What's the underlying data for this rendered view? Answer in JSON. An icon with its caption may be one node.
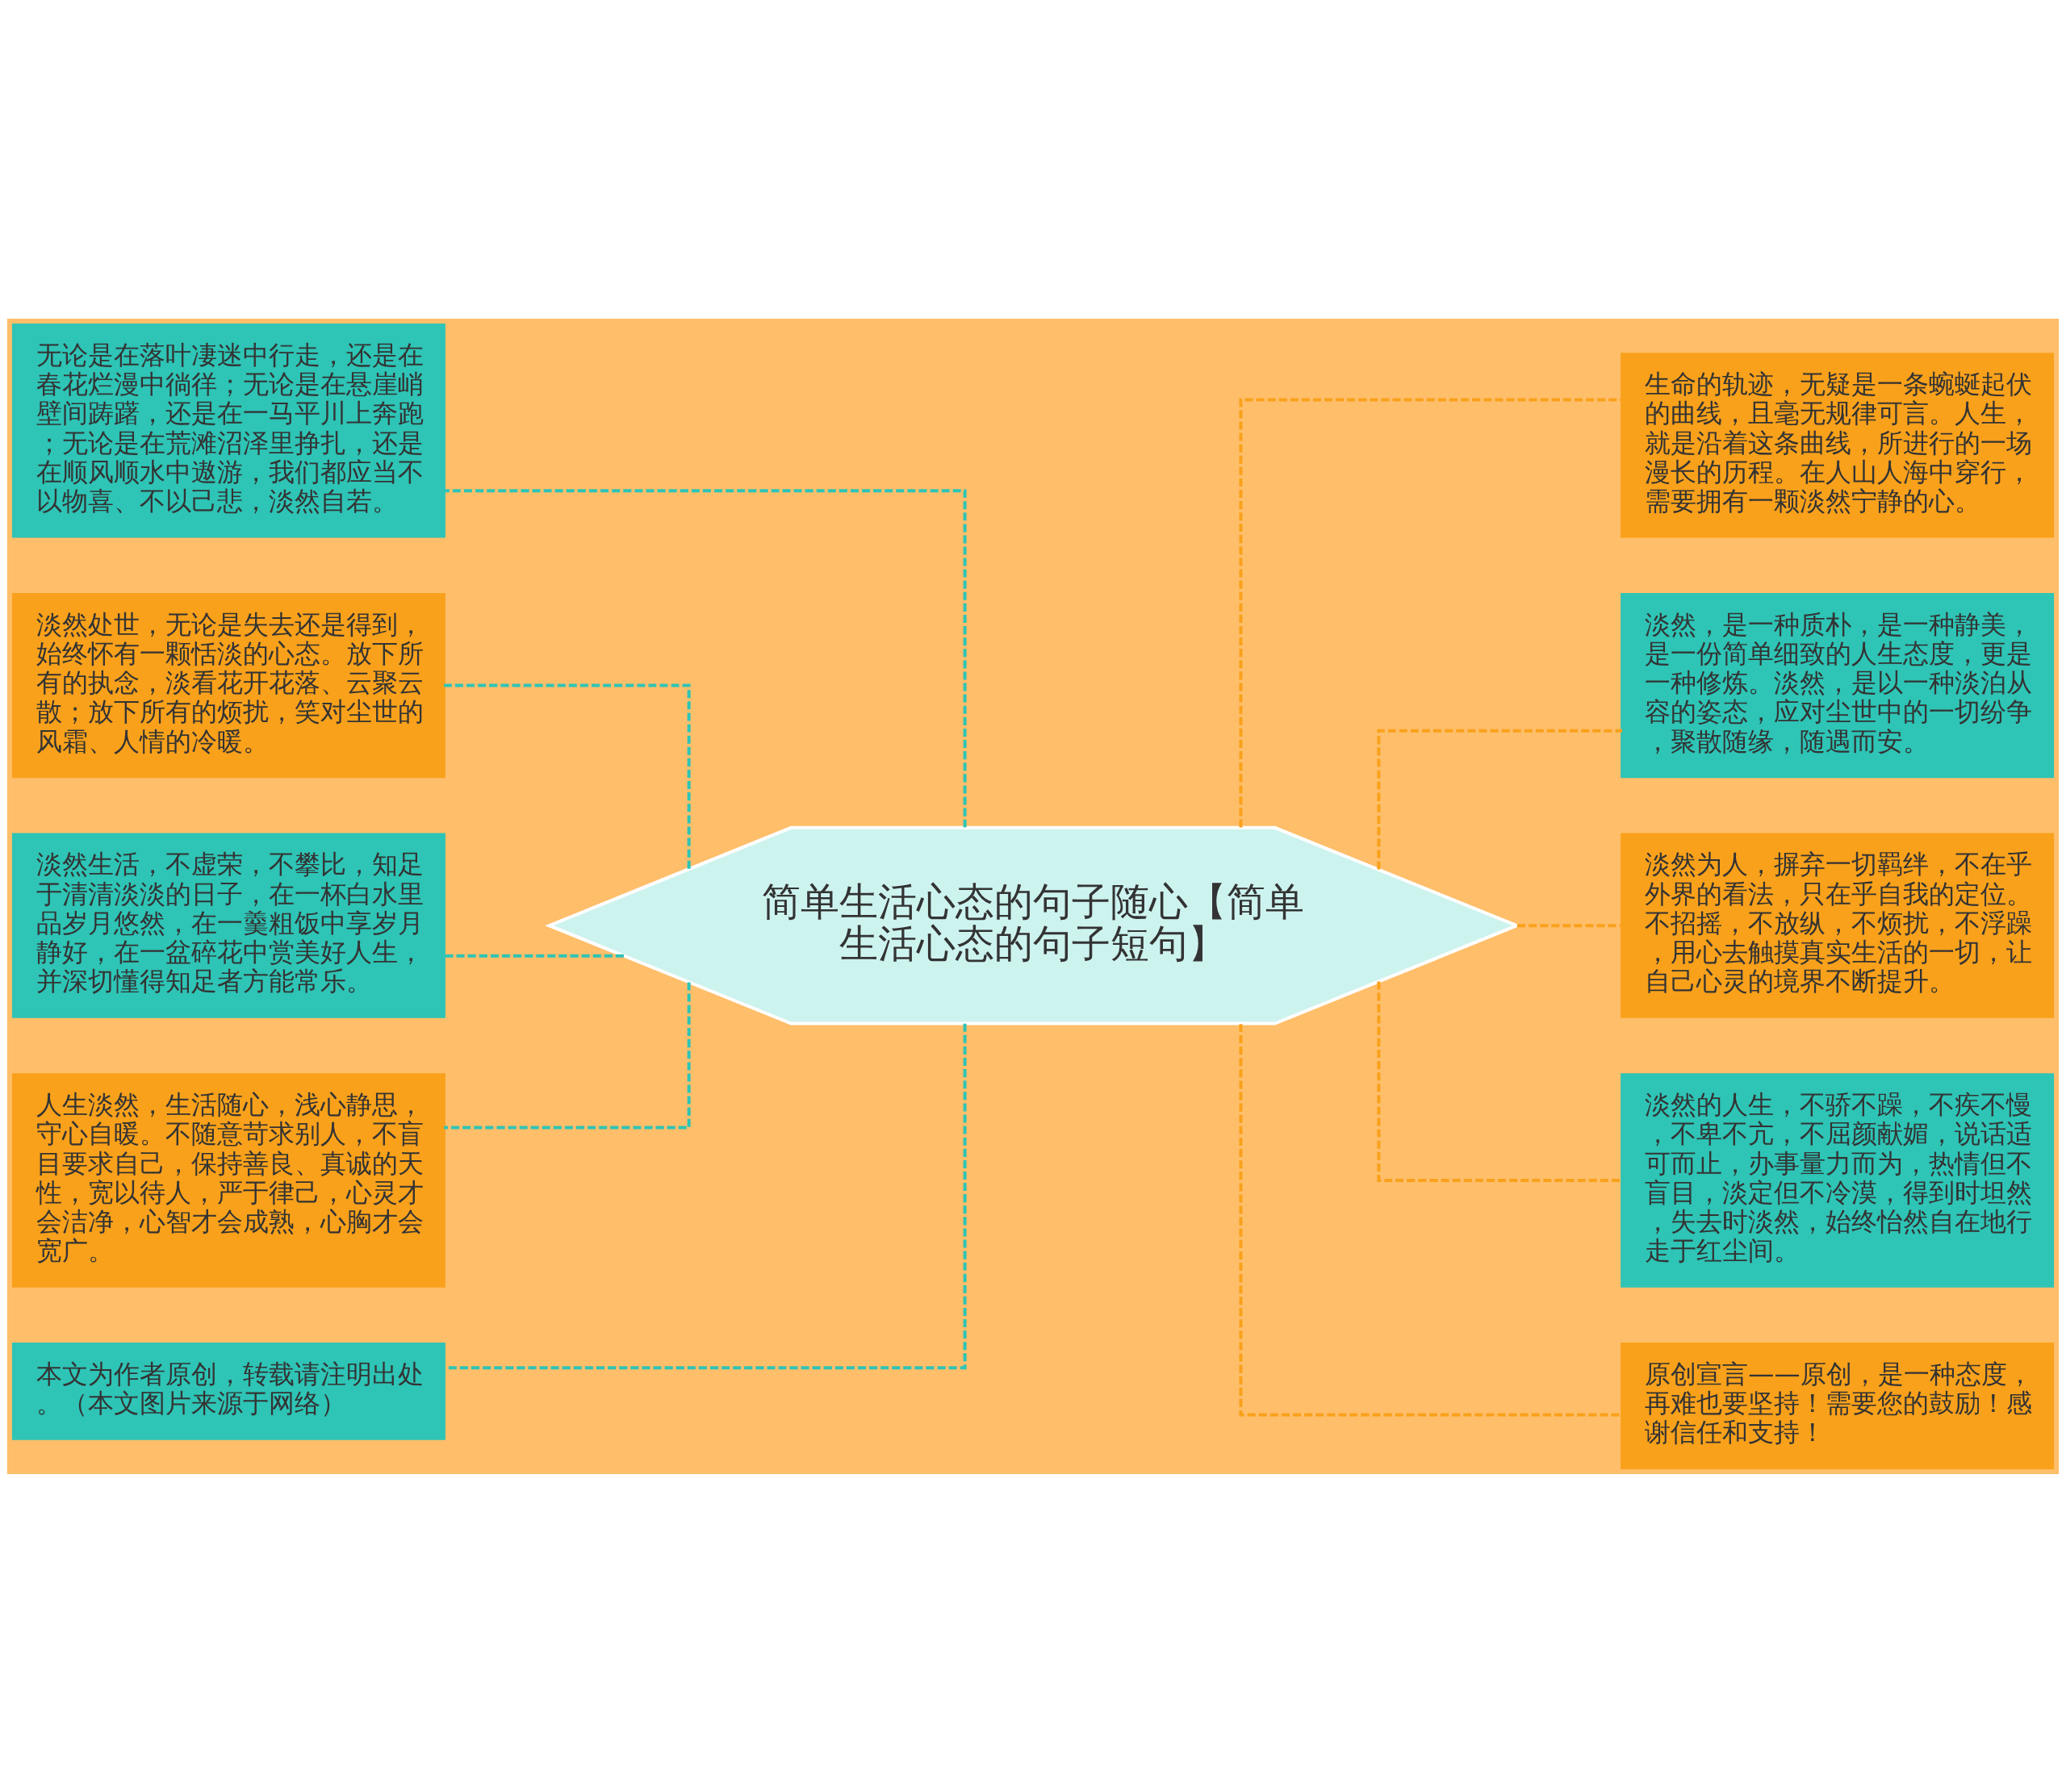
{
  "diagram": {
    "nodes": [
      {
        "text": [
          "简单生活心态的句子随心【简单生活心态的句子短句】"
        ]
      },
      {
        "text": [
          "无论是在落叶凄迷中行走，还是在春花烂漫中徜徉；无论是在悬崖峭壁间踌躇，还是在一马平川上奔跑；无论是在荒滩沼泽里挣扎，还是在顺风顺水中遨游，我们都应当不以物喜、不以己悲，淡然自若。"
        ]
      },
      {
        "text": [
          "淡然处世，无论是失去还是得到，始终怀有一颗恬淡的心态。放下所有的执念，淡看花开花落、云聚云散；放下所有的烦扰，笑对尘世的风霜、人情的冷暖。"
        ]
      },
      {
        "text": [
          "淡然生活，不虚荣，不攀比，知足于清清淡淡的日子，在一杯白水里品岁月悠然，在一羹粗饭中享岁月静好，在一盆碎花中赏美好人生，并深切懂得知足者方能常乐。"
        ]
      },
      {
        "text": [
          "人生淡然，生活随心，浅心静思，守心自暖。不随意苛求别人，不盲目要求自己，保持善良、真诚的天性，宽以待人，严于律己，心灵才会洁净，心智才会成熟，心胸才会宽广。"
        ]
      },
      {
        "text": [
          "本文为作者原创，转载请注明出处。（本文图片来源于网络）"
        ]
      },
      {
        "text": [
          "生命的轨迹，无疑是一条蜿蜒起伏的曲线，且毫无规律可言。人生，就是沿着这条曲线，所进行的一场漫长的历程。在人山人海中穿行，需要拥有一颗淡然宁静的心。"
        ]
      },
      {
        "text": [
          "淡然，是一种质朴，是一种静美，是一份简单细致的人生态度，更是一种修炼。淡然，是以一种淡泊从容的姿态，应对尘世中的一切纷争，聚散随缘，随遇而安。"
        ]
      },
      {
        "text": [
          "淡然为人，摒弃一切羁绊，不在乎外界的看法，只在乎自我的定位。不招摇，不放纵，不烦扰，不浮躁，用心去触摸真实生活的一切，让自己心灵的境界不断提升。"
        ]
      },
      {
        "text": [
          "淡然的人生，不骄不躁，不疾不慢，不卑不亢，不屈颜献媚，说话适可而止，办事量力而为，热情但不盲目，淡定但不冷漠，得到时坦然，失去时淡然，始终怡然自在地行走于红尘间。"
        ]
      },
      {
        "text": [
          "原创宣言——原创，是一种态度，再难也要坚持！需要您的鼓励！感谢信任和支持！"
        ]
      }
    ],
    "edges": [
      {
        "from": 0,
        "to": 1,
        "arrow": "none",
        "style": "dashed",
        "color": "#2ec4b6"
      },
      {
        "from": 0,
        "to": 2,
        "arrow": "none",
        "style": "dashed",
        "color": "#2ec4b6"
      },
      {
        "from": 0,
        "to": 3,
        "arrow": "none",
        "style": "dashed",
        "color": "#2ec4b6"
      },
      {
        "from": 0,
        "to": 4,
        "arrow": "none",
        "style": "dashed",
        "color": "#2ec4b6"
      },
      {
        "from": 0,
        "to": 5,
        "arrow": "none",
        "style": "dashed",
        "color": "#2ec4b6"
      },
      {
        "from": 0,
        "to": 6,
        "arrow": "none",
        "style": "dashed",
        "color": "#f9a11b"
      },
      {
        "from": 0,
        "to": 7,
        "arrow": "none",
        "style": "dashed",
        "color": "#f9a11b"
      },
      {
        "from": 0,
        "to": 8,
        "arrow": "none",
        "style": "dashed",
        "color": "#f9a11b"
      },
      {
        "from": 0,
        "to": 9,
        "arrow": "none",
        "style": "dashed",
        "color": "#f9a11b"
      },
      {
        "from": 0,
        "to": 10,
        "arrow": "none",
        "style": "dashed",
        "color": "#f9a11b"
      }
    ]
  }
}
